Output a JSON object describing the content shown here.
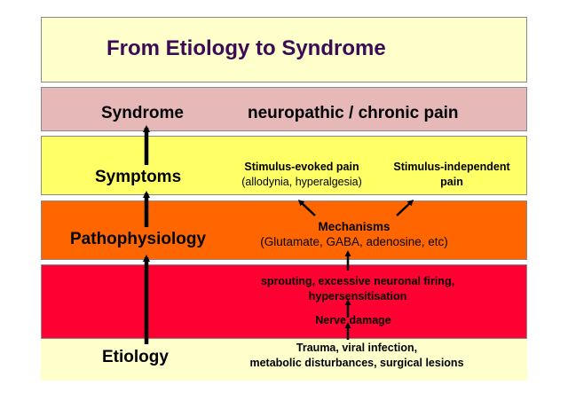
{
  "title": "From  Etiology to Syndrome",
  "levels": {
    "syndrome": {
      "label": "Syndrome",
      "value": "neuropathic / chronic pain"
    },
    "symptoms": {
      "label": "Symptoms",
      "stimulus_evoked": {
        "line1": "Stimulus-evoked pain",
        "line2": "(allodynia, hyperalgesia)"
      },
      "stimulus_independent": {
        "line1": "Stimulus-independent",
        "line2": "pain"
      }
    },
    "pathophysiology": {
      "label": "Pathophysiology",
      "mechanisms": {
        "line1": "Mechanisms",
        "line2": "(Glutamate, GABA, adenosine, etc)"
      }
    },
    "damage": {
      "sprouting": {
        "line1": "sprouting, excessive neuronal firing,",
        "line2": "hypersensitisation"
      },
      "nerve_damage": "Nerve damage"
    },
    "etiology": {
      "label": "Etiology",
      "causes": {
        "line1": "Trauma, viral infection,",
        "line2": "metabolic disturbances, surgical lesions"
      }
    }
  },
  "colors": {
    "title_band": "#ffffcc",
    "syndrome_band": "#e6b8b8",
    "symptoms_band": "#ffff66",
    "pathophysiology_band": "#ff6600",
    "damage_band": "#ff0033",
    "etiology_band": "#ffffcc",
    "title_text": "#3d0a55",
    "arrows": "#000000"
  }
}
